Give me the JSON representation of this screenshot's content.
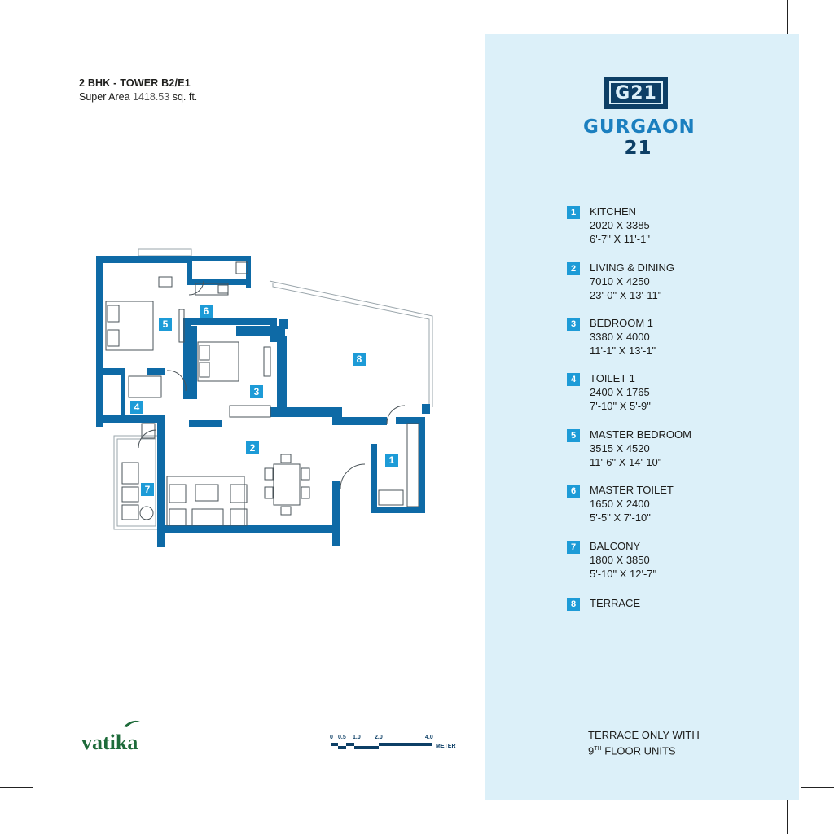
{
  "header": {
    "title": "2 BHK - TOWER B2/E1",
    "super_area_label": "Super Area",
    "super_area_value": "1418.53",
    "super_area_unit": "sq. ft."
  },
  "logo": {
    "mark": "G21",
    "name_part1": "GURGAON",
    "name_part2": "21"
  },
  "legend": [
    {
      "num": "1",
      "name": "KITCHEN",
      "mm": "2020 X 3385",
      "ft": "6'-7\" X 11'-1\""
    },
    {
      "num": "2",
      "name": "LIVING & DINING",
      "mm": "7010 X 4250",
      "ft": "23'-0\" X 13'-11\""
    },
    {
      "num": "3",
      "name": "BEDROOM 1",
      "mm": "3380 X 4000",
      "ft": "11'-1\" X 13'-1\""
    },
    {
      "num": "4",
      "name": "TOILET 1",
      "mm": "2400 X 1765",
      "ft": "7'-10\" X 5'-9\""
    },
    {
      "num": "5",
      "name": "MASTER BEDROOM",
      "mm": "3515 X 4520",
      "ft": "11'-6\" X 14'-10\""
    },
    {
      "num": "6",
      "name": "MASTER TOILET",
      "mm": "1650 X 2400",
      "ft": "5'-5\" X 7'-10\""
    },
    {
      "num": "7",
      "name": "BALCONY",
      "mm": "1800 X 3850",
      "ft": "5'-10\" X 12'-7\""
    },
    {
      "num": "8",
      "name": "TERRACE",
      "mm": "",
      "ft": ""
    }
  ],
  "note": {
    "line1": "TERRACE ONLY WITH",
    "line2_prefix": "9",
    "line2_sup": "TH",
    "line2_suffix": " FLOOR UNITS"
  },
  "brand": "vatika",
  "scale": {
    "ticks": [
      "0",
      "0.5",
      "1.0",
      "2.0",
      "4.0"
    ],
    "unit": "METER"
  },
  "plan_labels": [
    "1",
    "2",
    "3",
    "4",
    "5",
    "6",
    "7",
    "8"
  ],
  "colors": {
    "wall": "#0e6aa6",
    "tag": "#1d9bd7",
    "panel": "#dcf0f9",
    "brand_green": "#1e6b3a",
    "logo_dark": "#0d3f66"
  }
}
